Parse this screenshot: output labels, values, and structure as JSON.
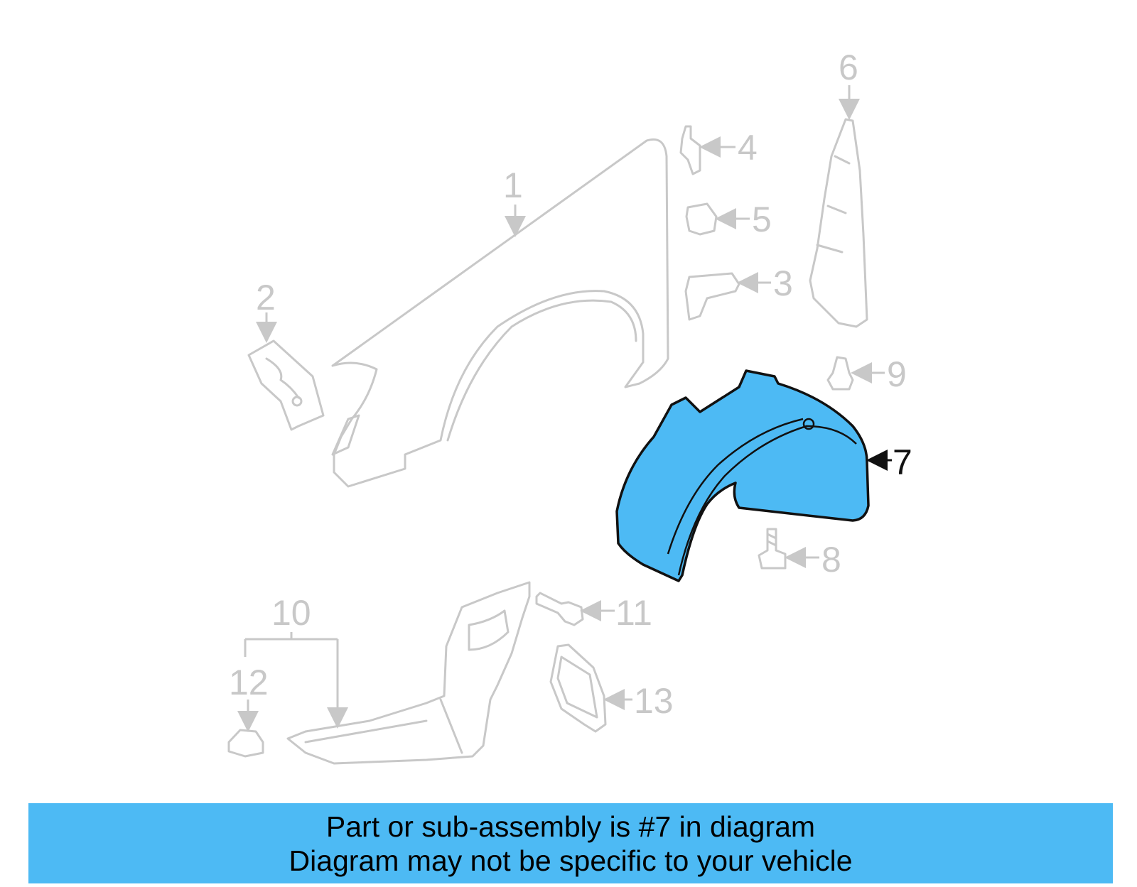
{
  "diagram": {
    "highlight_color": "#4dbaf4",
    "faded_color": "#c8c8c8",
    "highlighted_part": "7",
    "callouts": [
      {
        "number": "1",
        "label": "1"
      },
      {
        "number": "2",
        "label": "2"
      },
      {
        "number": "3",
        "label": "3"
      },
      {
        "number": "4",
        "label": "4"
      },
      {
        "number": "5",
        "label": "5"
      },
      {
        "number": "6",
        "label": "6"
      },
      {
        "number": "7",
        "label": "7"
      },
      {
        "number": "8",
        "label": "8"
      },
      {
        "number": "9",
        "label": "9"
      },
      {
        "number": "10",
        "label": "10"
      },
      {
        "number": "11",
        "label": "11"
      },
      {
        "number": "12",
        "label": "12"
      },
      {
        "number": "13",
        "label": "13"
      }
    ]
  },
  "banner": {
    "line1": "Part or sub-assembly is #7 in diagram",
    "line2": "Diagram may not be specific to your vehicle",
    "background": "#4dbaf4"
  }
}
